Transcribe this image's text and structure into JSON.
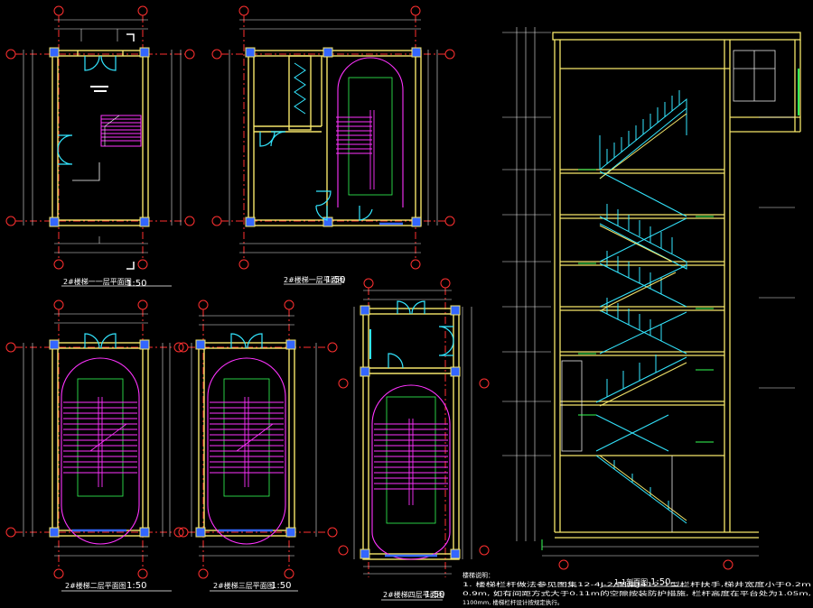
{
  "plans": [
    {
      "title": "2#楼梯一一层平面图",
      "scale": "1:50"
    },
    {
      "title": "2#楼梯一层平面图",
      "scale": "1:50"
    },
    {
      "title": "2#楼梯二层平面图",
      "scale": "1:50"
    },
    {
      "title": "2#楼梯三层平面图",
      "scale": "1:50"
    },
    {
      "title": "2#楼梯四层平面图",
      "scale": "1:50"
    }
  ],
  "section": {
    "title": "1-1剖面图",
    "scale": "1:50"
  },
  "notes": {
    "heading": "楼梯说明：",
    "line1": "1. 楼梯栏杆做法参见图集12-4J-2/图集J412-1型栏杆扶手,梯井宽度小于0.2m",
    "line2": "0.9m, 如有间距方式大于0.11m的空隙按装防护措施, 栏杆高度在平台处为1.05m,",
    "line3": "1100mm, 楼梯栏杆设计按规定执行。"
  },
  "colors": {
    "wall": "#f5e66a",
    "stair": "#ff33ff",
    "rail": "#33e6ff",
    "dim": "#e6e6e6",
    "axis": "#ff3030",
    "grid": "#ff3030",
    "green": "#33ff55",
    "blue": "#3366ff"
  }
}
